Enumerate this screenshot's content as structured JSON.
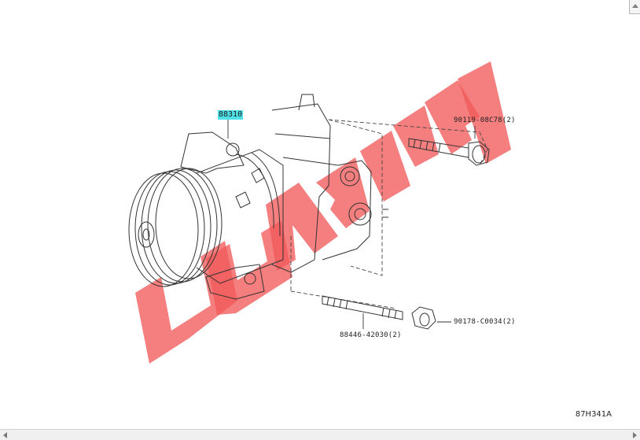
{
  "diagram": {
    "main_part_number": "88310",
    "parts": [
      {
        "id": "bolt-top",
        "label": "90119-08C78(2)"
      },
      {
        "id": "nut",
        "label": "90178-C0034(2)"
      },
      {
        "id": "stud",
        "label": "88446-42030(2)"
      }
    ],
    "figure_code": "87H341A",
    "watermark_text": "JEOPIA",
    "colors": {
      "highlight": "#4fe0e8",
      "watermark": "#f25a5a",
      "line": "#3a3a3a"
    }
  },
  "window": {
    "scroll_left_icon": "arrow-left-icon",
    "scroll_right_icon": "arrow-right-icon",
    "corner_icon": "arrow-up-icon"
  }
}
